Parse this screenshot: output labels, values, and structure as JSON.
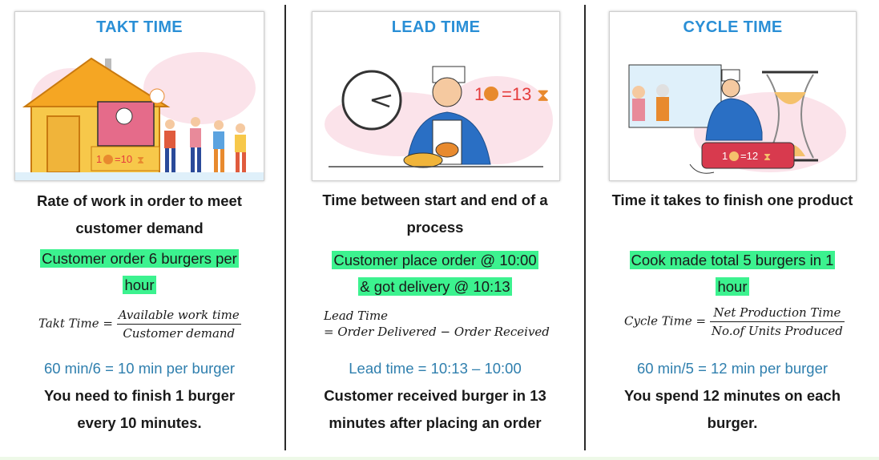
{
  "columns": [
    {
      "title": "TAKT TIME",
      "heading": "Rate of work in order to meet customer demand",
      "example_lines": [
        "Customer order 6 burgers per",
        "hour"
      ],
      "formula": {
        "lhs": "Takt Time =",
        "numerator": "Available work time",
        "denominator": "Customer demand"
      },
      "calc": "60 min/6 = 10 min per burger",
      "note_lines": [
        "You need to finish 1 burger",
        "every 10 minutes."
      ],
      "badge": "1🍔=10⧗"
    },
    {
      "title": "LEAD TIME",
      "heading": "Time between start and end of a process",
      "example_lines": [
        "Customer place order @ 10:00",
        "& got delivery @ 10:13"
      ],
      "formula": {
        "line1": "Lead Time",
        "line2": "= Order Delivered − Order Received"
      },
      "calc": "Lead time = 10:13 – 10:00",
      "note_lines": [
        "Customer received burger in 13",
        "minutes after placing an order"
      ],
      "badge": "1🍔=13⧗"
    },
    {
      "title": "CYCLE TIME",
      "heading": "Time it takes to finish one product",
      "example_lines": [
        "Cook made total 5 burgers in 1",
        "hour"
      ],
      "formula": {
        "lhs": "Cycle Time =",
        "numerator": "Net Production Time",
        "denominator": "No.of Units Produced"
      },
      "calc": "60 min/5 = 12 min per burger",
      "note_lines": [
        "You spend 12 minutes on each",
        "burger."
      ],
      "badge": "1🍔=12⧗"
    }
  ],
  "colors": {
    "title": "#2a8fd6",
    "highlight": "#3cf28f",
    "calc": "#2f7fae"
  }
}
